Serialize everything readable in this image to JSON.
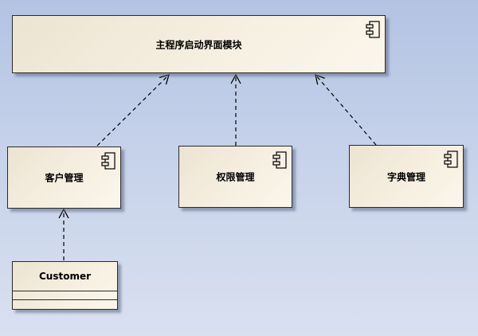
{
  "diagram": {
    "main_module": {
      "label": "主程序启动界面模块",
      "icon": "component-icon"
    },
    "customer_mgmt": {
      "label": "客户管理",
      "icon": "component-icon"
    },
    "permission_mgmt": {
      "label": "权限管理",
      "icon": "component-icon"
    },
    "dictionary_mgmt": {
      "label": "字典管理",
      "icon": "component-icon"
    },
    "customer_class": {
      "label": "Customer"
    },
    "dependencies": [
      {
        "from": "客户管理",
        "to": "主程序启动界面模块",
        "style": "dashed-arrow"
      },
      {
        "from": "权限管理",
        "to": "主程序启动界面模块",
        "style": "dashed-arrow"
      },
      {
        "from": "字典管理",
        "to": "主程序启动界面模块",
        "style": "dashed-arrow"
      },
      {
        "from": "Customer",
        "to": "客户管理",
        "style": "dashed-arrow"
      }
    ]
  }
}
